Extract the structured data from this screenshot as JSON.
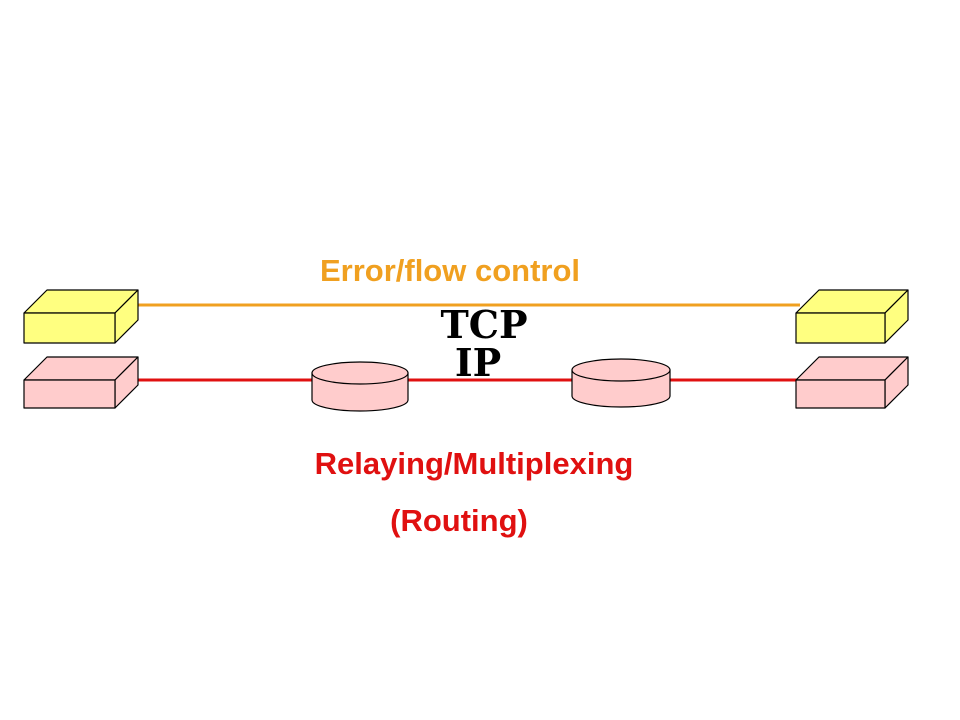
{
  "labels": {
    "transport_function": "Error/flow control",
    "network_function": "Relaying/Multiplexing",
    "network_function_note": "(Routing)",
    "transport_protocol": "TCP",
    "network_protocol": "IP"
  },
  "colors": {
    "transport_text": "#f0a020",
    "transport_line": "#f0a020",
    "transport_box": "#ffff80",
    "network_text": "#e01010",
    "network_line": "#e01010",
    "network_box": "#ffcccc",
    "protocol_text": "#000000",
    "outline": "#000000"
  }
}
